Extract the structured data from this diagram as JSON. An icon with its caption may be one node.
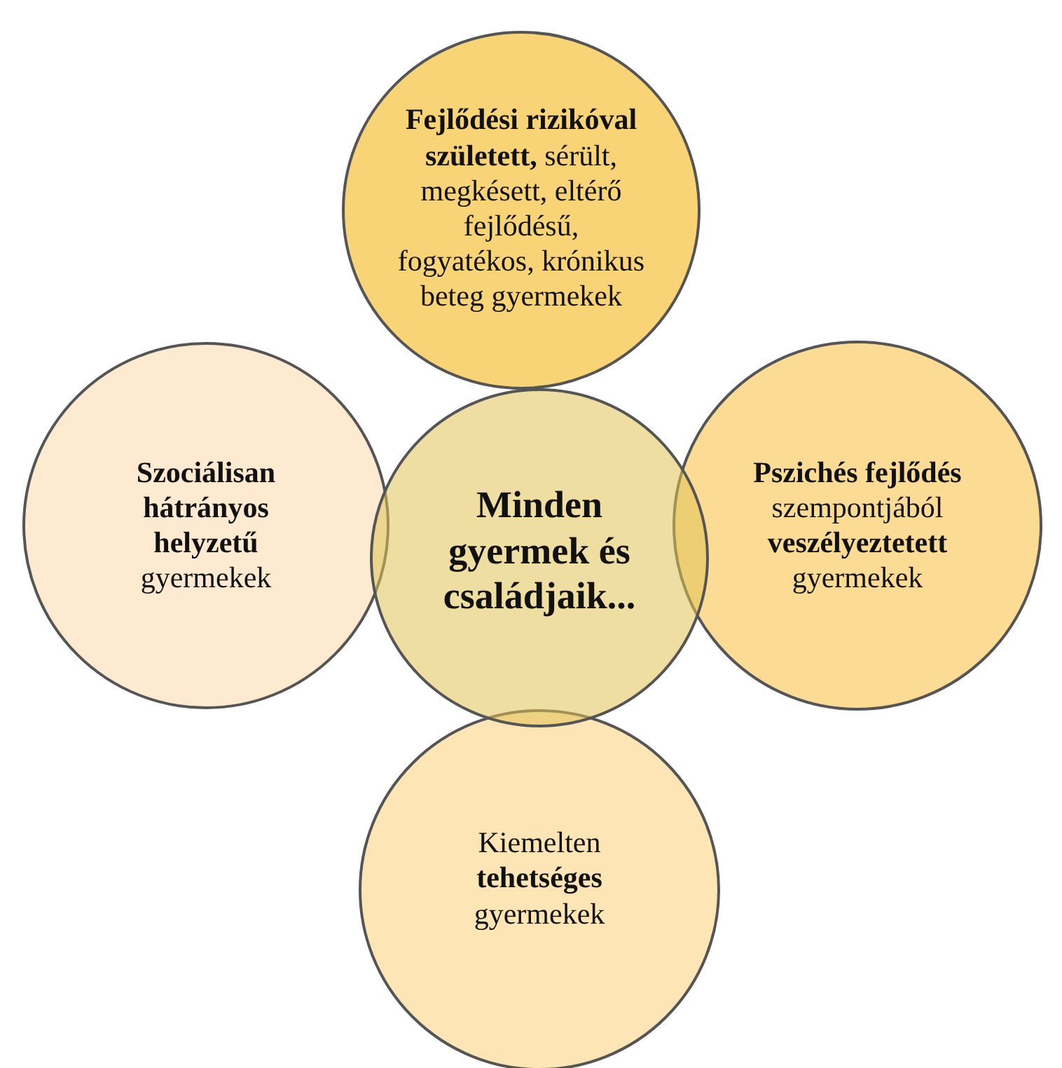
{
  "diagram": {
    "nodes": [
      {
        "text": [
          "**Fejlődési rizikóval született,** sérült, megkésett, eltérő fejlődésű, fogyatékos, krónikus beteg gyermekek"
        ]
      },
      {
        "text": [
          "**Szociálisan hátrányos helyzetű** gyermekek"
        ]
      },
      {
        "text": [
          "Minden gyermek és családjaik..."
        ]
      },
      {
        "text": [
          "**Pszichés fejlődés** szempontjából **veszélyeztetett** gyermekek"
        ]
      },
      {
        "text": [
          "Kiemelten **tehetséges** gyermekek"
        ]
      }
    ]
  }
}
